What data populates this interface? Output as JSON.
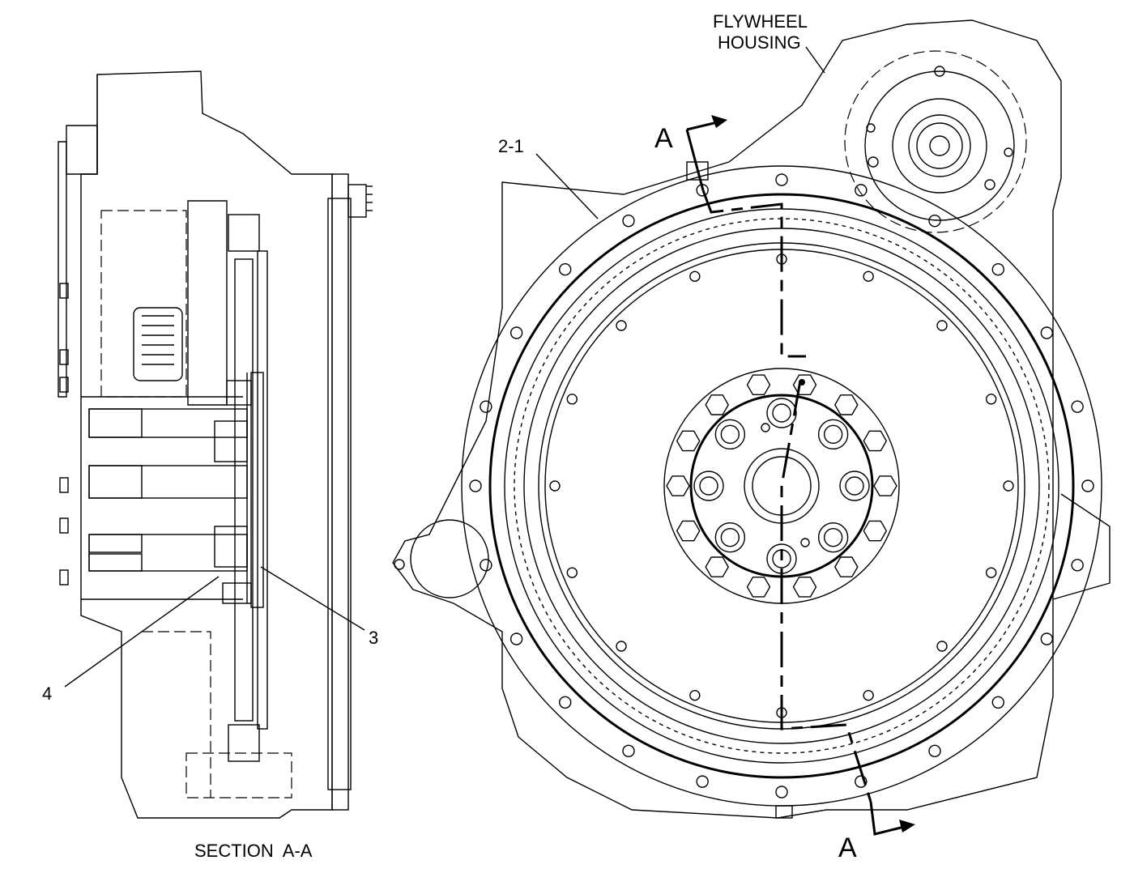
{
  "labels": {
    "flywheel_housing_line1": "FLYWHEEL",
    "flywheel_housing_line2": "HOUSING",
    "callout_2_1": "2-1",
    "callout_3": "3",
    "callout_4": "4",
    "section_title": "SECTION  A-A",
    "section_marker_top": "A",
    "section_marker_bottom": "A"
  }
}
